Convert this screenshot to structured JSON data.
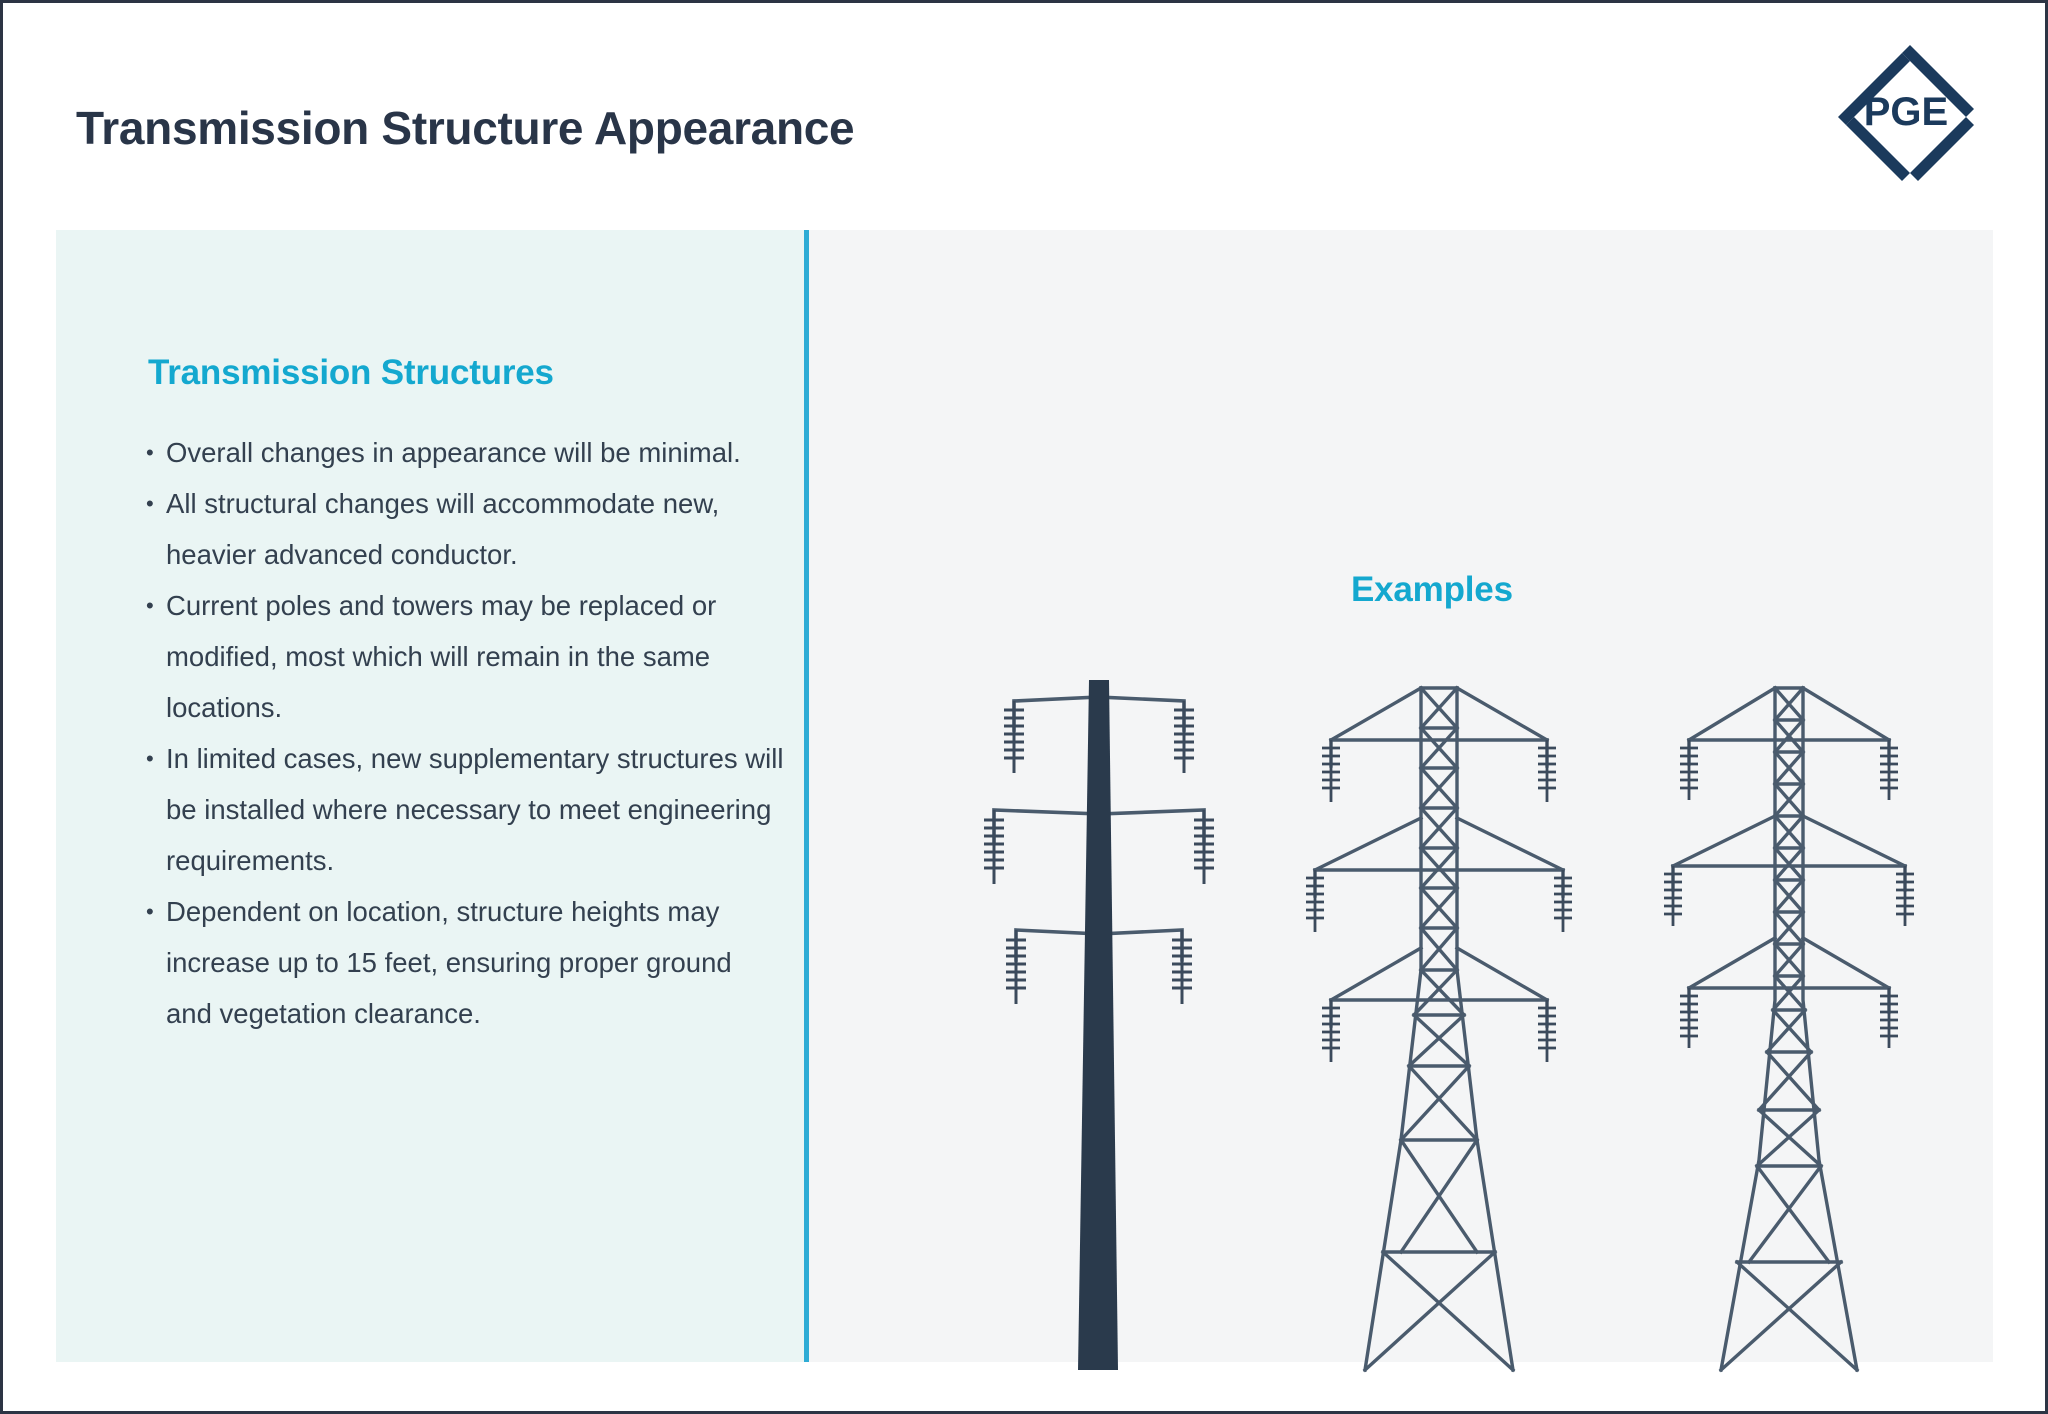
{
  "header": {
    "title": "Transmission Structure Appearance",
    "logo": {
      "text": "PGE",
      "shape": "diamond-outline",
      "color": "#1b3a5c"
    }
  },
  "theme": {
    "accent_cyan": "#14a8cf",
    "divider_cyan": "#2eacd5",
    "text_dark": "#293548",
    "body_text": "#33404f",
    "left_panel_bg": "#eaf5f4",
    "right_panel_bg": "#f4f5f6",
    "page_border": "#2c3444",
    "tower_line": "#4a5b6d",
    "monopole_fill": "#2a3a4c"
  },
  "left_panel": {
    "heading": "Transmission Structures",
    "bullets": [
      "Overall changes in appearance will be minimal.",
      "All structural changes will accommodate new, heavier advanced conductor.",
      "Current poles and towers may be replaced or modified, most which will remain in the same locations.",
      "In limited cases, new supplementary structures will be installed where necessary to meet engineering requirements.",
      "Dependent on location, structure heights may increase up to 15 feet, ensuring proper ground and vegetation clearance."
    ]
  },
  "right_panel": {
    "heading": "Examples",
    "figures": [
      {
        "name": "monopole-structure",
        "type": "tapered steel monopole",
        "crossarm_levels": 3
      },
      {
        "name": "lattice-tower-wide",
        "type": "steel lattice tower",
        "crossarm_levels": 3
      },
      {
        "name": "lattice-tower-narrow",
        "type": "steel lattice tower",
        "crossarm_levels": 3
      }
    ]
  }
}
